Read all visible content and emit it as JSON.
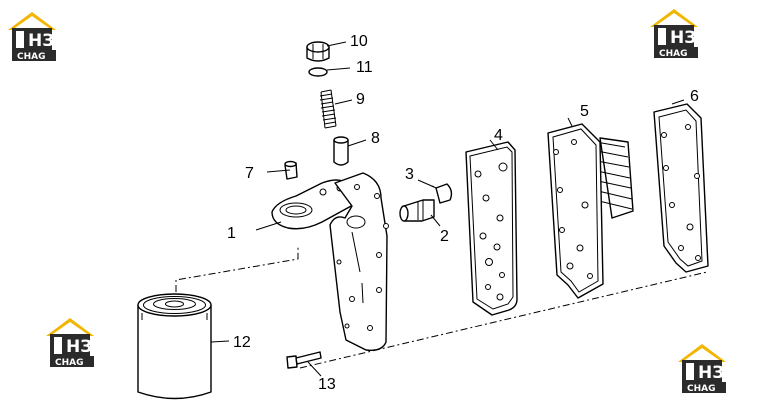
{
  "callouts": [
    {
      "id": "1",
      "label": "1"
    },
    {
      "id": "2",
      "label": "2"
    },
    {
      "id": "3",
      "label": "3"
    },
    {
      "id": "4",
      "label": "4"
    },
    {
      "id": "5",
      "label": "5"
    },
    {
      "id": "6",
      "label": "6"
    },
    {
      "id": "7",
      "label": "7"
    },
    {
      "id": "8",
      "label": "8"
    },
    {
      "id": "9",
      "label": "9"
    },
    {
      "id": "10",
      "label": "10"
    },
    {
      "id": "11",
      "label": "11"
    },
    {
      "id": "12",
      "label": "12"
    },
    {
      "id": "13",
      "label": "13"
    }
  ],
  "watermark": {
    "mark": "НЗ",
    "word": "CHAG",
    "colors": {
      "roof": "#f2b500",
      "box": "#2b2b2b",
      "text": "#ffffff"
    }
  }
}
